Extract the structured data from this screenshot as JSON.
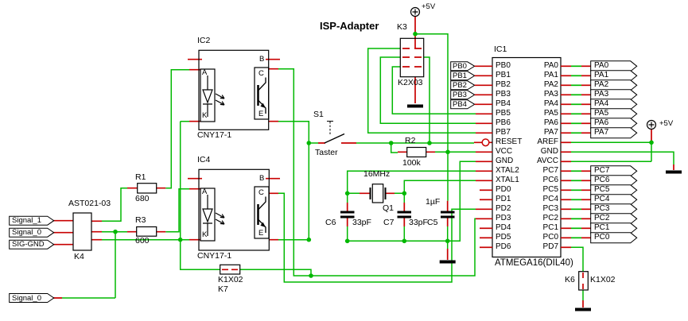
{
  "title": "ISP-Adapter",
  "power": {
    "vcc_label": "+5V"
  },
  "ic1": {
    "ref": "IC1",
    "part": "ATMEGA16(DIL40)",
    "left_pins": [
      "PB0",
      "PB1",
      "PB2",
      "PB3",
      "PB4",
      "PB5",
      "PB6",
      "PB7",
      "RESET",
      "VCC",
      "GND",
      "XTAL2",
      "XTAL1",
      "PD0",
      "PD1",
      "PD2",
      "PD3",
      "PD4",
      "PD5",
      "PD6"
    ],
    "right_pins": [
      "PA0",
      "PA1",
      "PA2",
      "PA3",
      "PA4",
      "PA5",
      "PA6",
      "PA7",
      "AREF",
      "GND",
      "AVCC",
      "PC7",
      "PC6",
      "PC5",
      "PC4",
      "PC3",
      "PC2",
      "PC1",
      "PC0",
      "PD7"
    ]
  },
  "ic2": {
    "ref": "IC2",
    "part": "CNY17-1",
    "pins": {
      "a": "A",
      "k": "K",
      "b": "B",
      "c": "C",
      "e": "E"
    }
  },
  "ic4": {
    "ref": "IC4",
    "part": "CNY17-1",
    "pins": {
      "a": "A",
      "k": "K",
      "b": "B",
      "c": "C",
      "e": "E"
    }
  },
  "k3": {
    "ref": "K3",
    "part": "K2X03"
  },
  "k4": {
    "ref": "K4",
    "part": "AST021-03"
  },
  "k6": {
    "ref": "K6",
    "part": "K1X02"
  },
  "k7": {
    "ref": "K7",
    "part": "K1X02"
  },
  "r1": {
    "ref": "R1",
    "value": "680"
  },
  "r2": {
    "ref": "R2",
    "value": "100k"
  },
  "r3": {
    "ref": "R3",
    "value": "600"
  },
  "q1": {
    "ref": "Q1",
    "value": "16MHz"
  },
  "c5": {
    "ref": "C5",
    "value": "1µF"
  },
  "c6": {
    "ref": "C6",
    "value": "33pF"
  },
  "c7": {
    "ref": "C7",
    "value": "33pF"
  },
  "s1": {
    "ref": "S1",
    "value": "Taster"
  },
  "flags": {
    "left": [
      "Signal_1",
      "Signal_0",
      "SIG-GND"
    ],
    "bottom_left": "Signal_0",
    "pb": [
      "PB0",
      "PB1",
      "PB2",
      "PB3",
      "PB4"
    ],
    "pa": [
      "PA0",
      "PA1",
      "PA2",
      "PA3",
      "PA4",
      "PA5",
      "PA6",
      "PA7"
    ],
    "pc": [
      "PC7",
      "PC6",
      "PC5",
      "PC4",
      "PC3",
      "PC2",
      "PC1",
      "PC0"
    ]
  },
  "colors": {
    "wire": "#00B800",
    "pin": "#C80000",
    "outline": "#000000",
    "junction": "#00B800"
  }
}
